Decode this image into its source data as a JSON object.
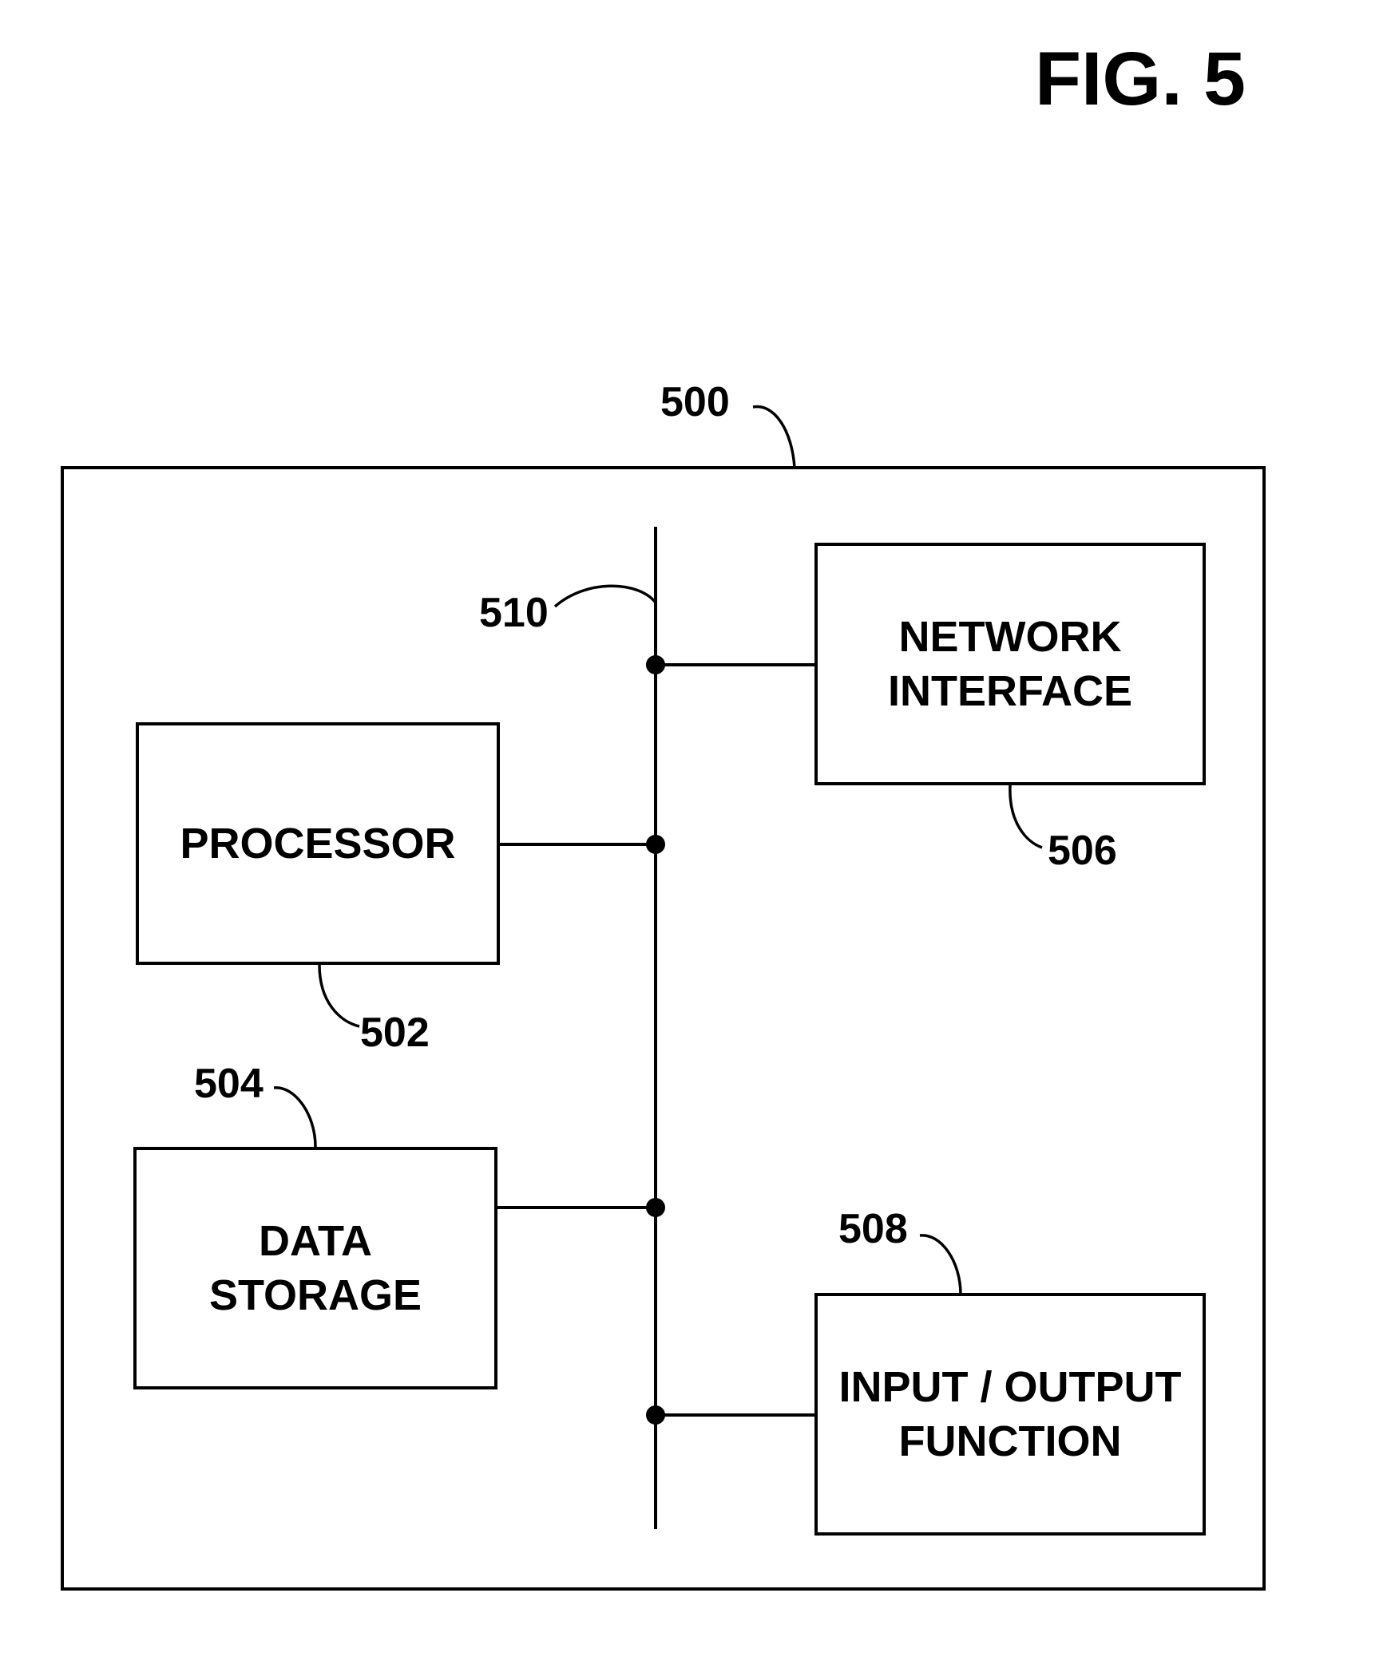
{
  "figure": {
    "title": "FIG. 5"
  },
  "system": {
    "ref": "500"
  },
  "bus": {
    "ref": "510"
  },
  "blocks": {
    "network_interface": {
      "line1": "NETWORK",
      "line2": "INTERFACE",
      "ref": "506"
    },
    "processor": {
      "line1": "PROCESSOR",
      "ref": "502"
    },
    "data_storage": {
      "line1": "DATA",
      "line2": "STORAGE",
      "ref": "504"
    },
    "io_function": {
      "line1": "INPUT / OUTPUT",
      "line2": "FUNCTION",
      "ref": "508"
    }
  }
}
